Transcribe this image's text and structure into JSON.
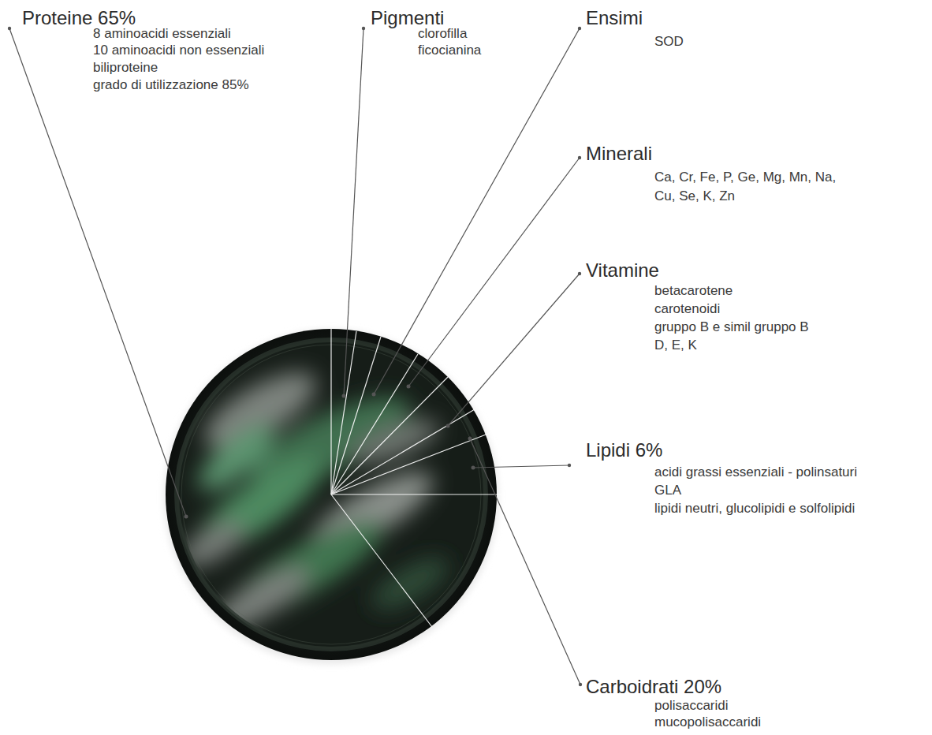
{
  "diagram": {
    "labels": [
      "Proteine 65%",
      "8 aminoacidi essenziali",
      "10 aminoacidi non essenziali",
      "biliproteine",
      "grado di utilizzazione 85%",
      "Pigmenti",
      "clorofilla",
      "ficocianina",
      "Ensimi",
      "SOD",
      "Minerali",
      "Ca, Cr, Fe, P, Ge, Mg, Mn, Na,",
      "Cu, Se, K, Zn",
      "Vitamine",
      "betacarotene",
      "carotenoidi",
      "gruppo B e simil gruppo B",
      "D, E, K",
      "Lipidi 6%",
      "acidi grassi essenziali - polinsaturi",
      "GLA",
      "lipidi neutri, glucolipidi e solfolipidi",
      "Carboidrati 20%",
      "polisaccaridi",
      "mucopolisaccaridi"
    ]
  }
}
